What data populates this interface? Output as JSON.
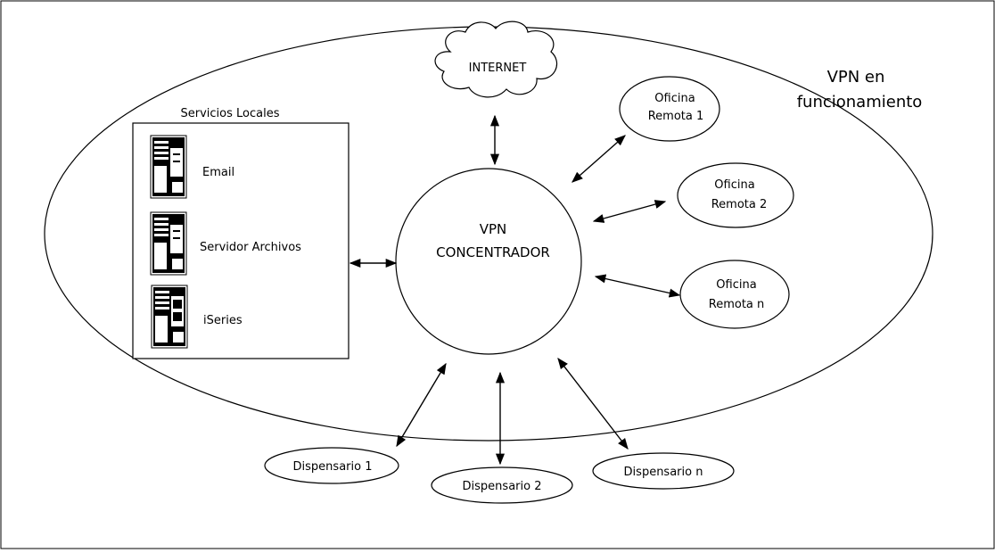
{
  "diagram": {
    "vpn_label_line1": "VPN en",
    "vpn_label_line2": "funcionamiento",
    "internet": "INTERNET",
    "concentrator_line1": "VPN",
    "concentrator_line2": "CONCENTRADOR",
    "local_services": {
      "title": "Servicios Locales",
      "items": [
        {
          "label": "Email",
          "icon": "server-icon"
        },
        {
          "label": "Servidor Archivos",
          "icon": "server-icon"
        },
        {
          "label": "iSeries",
          "icon": "server-icon"
        }
      ]
    },
    "remote_offices": [
      {
        "line1": "Oficina",
        "line2": "Remota 1"
      },
      {
        "line1": "Oficina",
        "line2": "Remota 2"
      },
      {
        "line1": "Oficina",
        "line2": "Remota n"
      }
    ],
    "dispensaries": [
      "Dispensario 1",
      "Dispensario 2",
      "Dispensario n"
    ]
  },
  "colors": {
    "stroke": "#000000",
    "background": "#ffffff"
  }
}
